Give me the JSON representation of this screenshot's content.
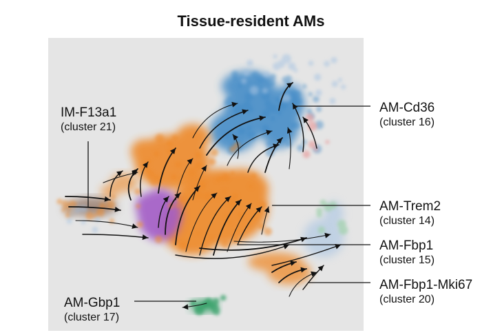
{
  "title": "Tissue-resident AMs",
  "colors": {
    "panel": "#e5e5e5",
    "cd36": "#3e88c6",
    "trem2": "#ee8a2c",
    "fbp1": "#a35bc6",
    "f13a1": "#8b6a58",
    "gbp1": "#2e9e63",
    "light_blue": "#a8c4e2",
    "light_green": "#9fd0ab",
    "pink": "#e8a0a0",
    "streamline": "#111111"
  },
  "clusters": [
    {
      "id": "cd36",
      "name": "AM-Cd36",
      "cluster": "(cluster 16)"
    },
    {
      "id": "trem2",
      "name": "AM-Trem2",
      "cluster": "(cluster 14)"
    },
    {
      "id": "fbp1",
      "name": "AM-Fbp1",
      "cluster": "(cluster 15)"
    },
    {
      "id": "mki67",
      "name": "AM-Fbp1-Mki67",
      "cluster": "(cluster 20)"
    },
    {
      "id": "f13a1",
      "name": "IM-F13a1",
      "cluster": "(cluster 21)"
    },
    {
      "id": "gbp1",
      "name": "AM-Gbp1",
      "cluster": "(cluster 17)"
    }
  ]
}
